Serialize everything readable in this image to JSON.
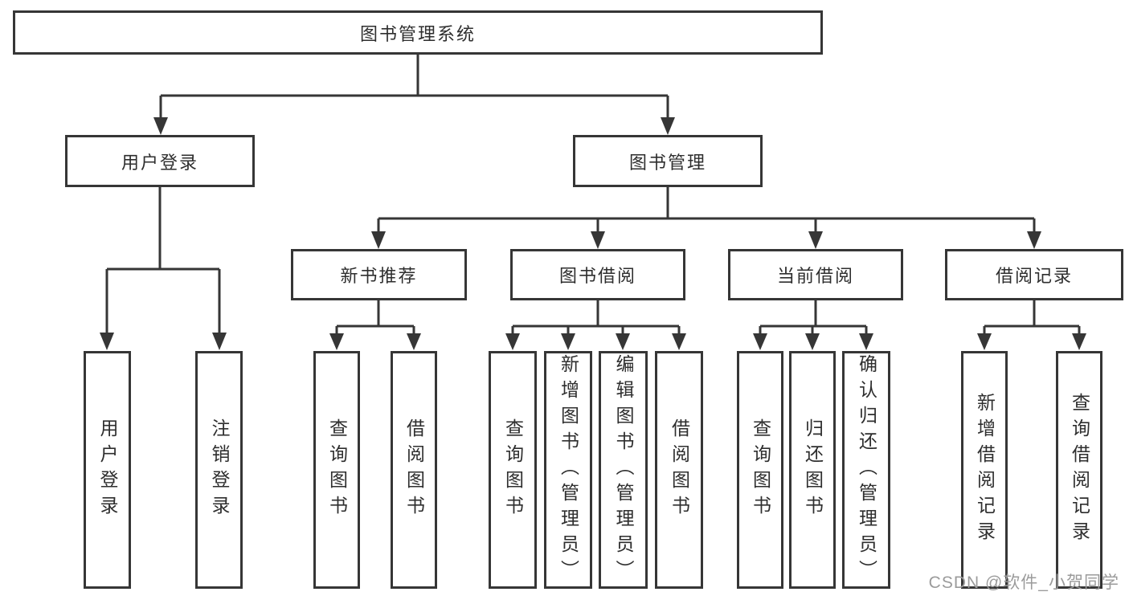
{
  "tree": {
    "label": "图书管理系统",
    "children": [
      {
        "label": "用户登录",
        "children": [
          {
            "label": "用户登录"
          },
          {
            "label": "注销登录"
          }
        ]
      },
      {
        "label": "图书管理",
        "children": [
          {
            "label": "新书推荐",
            "children": [
              {
                "label": "查询图书"
              },
              {
                "label": "借阅图书"
              }
            ]
          },
          {
            "label": "图书借阅",
            "children": [
              {
                "label": "查询图书"
              },
              {
                "label": "新增图书（管理员）"
              },
              {
                "label": "编辑图书（管理员）"
              },
              {
                "label": "借阅图书"
              }
            ]
          },
          {
            "label": "当前借阅",
            "children": [
              {
                "label": "查询图书"
              },
              {
                "label": "归还图书"
              },
              {
                "label": "确认归还（管理员）"
              }
            ]
          },
          {
            "label": "借阅记录",
            "children": [
              {
                "label": "新增借阅记录"
              },
              {
                "label": "查询借阅记录"
              }
            ]
          }
        ]
      }
    ]
  },
  "watermark": {
    "text": "CSDN @软件_小贺同学"
  },
  "colors": {
    "line": "#363636",
    "text": "#2e2e2e",
    "box-bg": "#ffffff",
    "page-bg": "#ffffff",
    "watermark": "#9b9b9b"
  }
}
